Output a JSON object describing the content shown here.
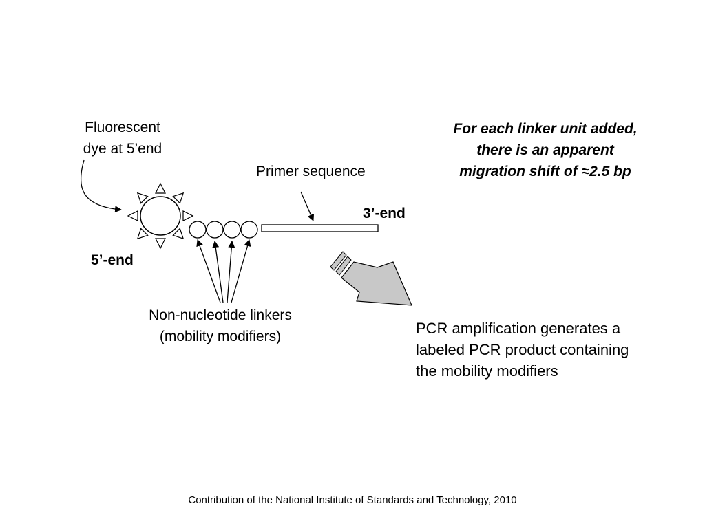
{
  "labels": {
    "dye_line1": "Fluorescent",
    "dye_line2": "dye at 5’end",
    "primer": "Primer sequence",
    "three_end": "3’-end",
    "five_end": "5’-end",
    "linkers_line1": "Non-nucleotide linkers",
    "linkers_line2": "(mobility modifiers)"
  },
  "note": {
    "line1": "For each linker unit added,",
    "line2": "there is an apparent",
    "line3": "migration shift of ≈2.5 bp"
  },
  "pcr": {
    "line1": "PCR amplification generates a",
    "line2": "labeled PCR product containing",
    "line3": "the mobility modifiers"
  },
  "credit": "Contribution of the National Institute of Standards and Technology, 2010",
  "diagram": {
    "linker_count": 4,
    "dye_ray_count": 8,
    "colors": {
      "stroke": "#000000",
      "arrow_fill": "#c8c8c8",
      "background": "#ffffff"
    }
  }
}
